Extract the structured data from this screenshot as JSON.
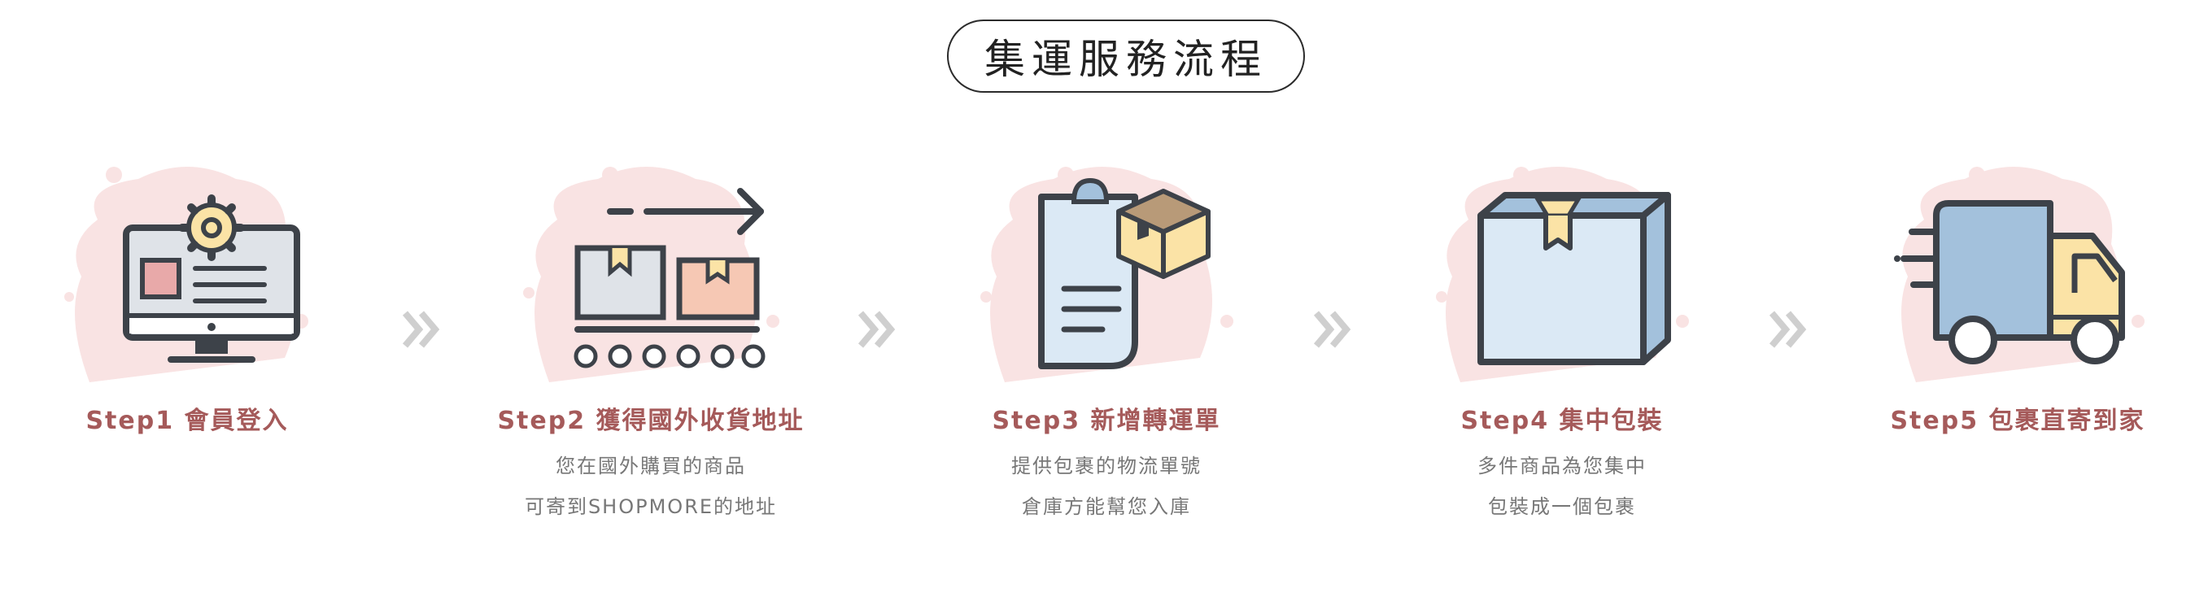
{
  "header": {
    "title": "集運服務流程"
  },
  "steps": [
    {
      "title": "Step1 會員登入",
      "desc": []
    },
    {
      "title": "Step2 獲得國外收貨地址",
      "desc": [
        "您在國外購買的商品",
        "可寄到SHOPMORE的地址"
      ]
    },
    {
      "title": "Step3 新增轉運單",
      "desc": [
        "提供包裹的物流單號",
        "倉庫方能幫您入庫"
      ]
    },
    {
      "title": "Step4 集中包裝",
      "desc": [
        "多件商品為您集中",
        "包裝成一個包裹"
      ]
    },
    {
      "title": "Step5 包裹直寄到家",
      "desc": []
    }
  ],
  "icons": {
    "step1": "computer-gear-icon",
    "step2": "conveyor-boxes-icon",
    "step3": "clipboard-package-icon",
    "step4": "package-box-icon",
    "step5": "delivery-truck-icon",
    "separator": "double-chevron-right-icon"
  },
  "colors": {
    "title_accent": "#a55a5a",
    "blob": "#f9e3e3",
    "outline": "#3d4249",
    "light_blue": "#dbe9f5",
    "mid_blue": "#a3c1dc",
    "yellow": "#fbe3a6",
    "peach": "#f6c8b4",
    "arrow_gray": "#cfcfcf"
  }
}
